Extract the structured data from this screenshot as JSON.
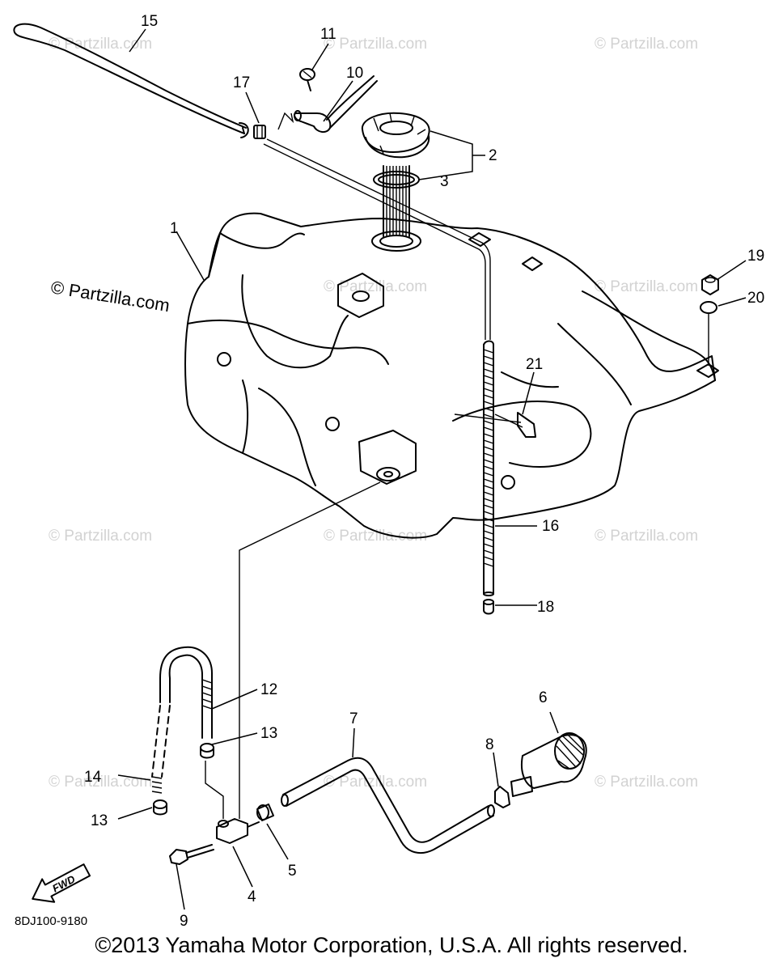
{
  "diagram": {
    "watermark": "© Partzilla.com",
    "callouts": {
      "c1": "1",
      "c2": "2",
      "c3": "3",
      "c4": "4",
      "c5": "5",
      "c6": "6",
      "c7": "7",
      "c8": "8",
      "c9": "9",
      "c10": "10",
      "c11": "11",
      "c12": "12",
      "c13a": "13",
      "c13b": "13",
      "c14": "14",
      "c15": "15",
      "c16": "16",
      "c17": "17",
      "c18": "18",
      "c19": "19",
      "c20": "20",
      "c21": "21"
    },
    "fwd_label": "FWD",
    "diagram_code": "8DJ100-9180",
    "copyright": "©2013 Yamaha Motor Corporation, U.S.A. All rights reserved."
  }
}
